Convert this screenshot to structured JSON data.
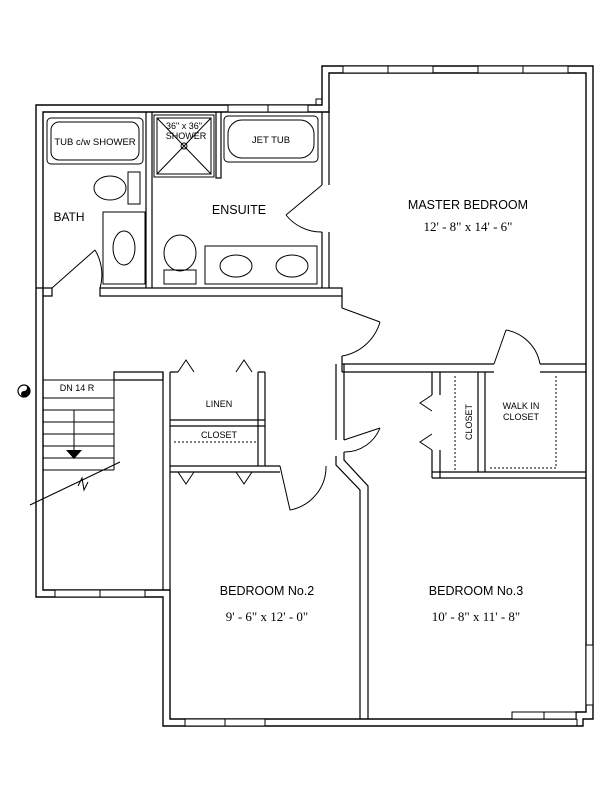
{
  "rooms": {
    "bath": "BATH",
    "tub_shower": "TUB c/w SHOWER",
    "shower_size": "36\" x 36\"",
    "shower": "SHOWER",
    "jet_tub": "JET TUB",
    "ensuite": "ENSUITE",
    "master_bedroom": "MASTER BEDROOM",
    "master_dims": "12' - 8\" x 14' - 6\"",
    "linen": "LINEN",
    "closet_hall": "CLOSET",
    "closet_b3": "CLOSET",
    "walk_in": "WALK IN",
    "walk_in_closet": "CLOSET",
    "stairs": "DN 14 R",
    "bedroom2": "BEDROOM No.2",
    "bedroom2_dims": "9' - 6\" x 12' - 0\"",
    "bedroom3": "BEDROOM No.3",
    "bedroom3_dims": "10' - 8\" x 11' - 8\""
  }
}
